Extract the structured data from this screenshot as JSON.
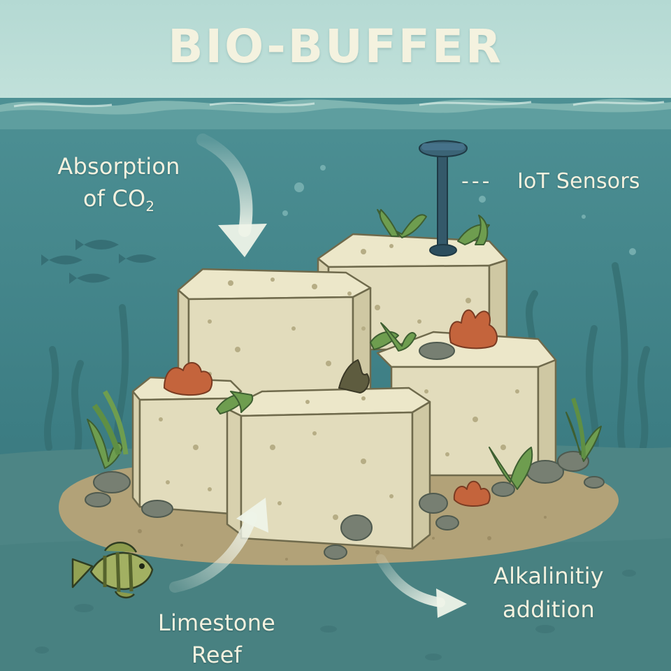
{
  "title": "BIO-BUFFER",
  "labels": {
    "co2_line1": "Absorption",
    "co2_line2_prefix": "of CO",
    "co2_line2_sub": "2",
    "sensors": "IoT Sensors",
    "sensors_leader": "---",
    "reef_line1": "Limestone",
    "reef_line2": "Reef",
    "alk_line1": "Alkalinitiy",
    "alk_line2": "addition"
  },
  "colors": {
    "sky": "#b9dcd6",
    "water_top": "#4a8c90",
    "water_deep": "#2f6c72",
    "seabed": "#4f8686",
    "sand": "#b3a27a",
    "limestone": "#e4dfbf",
    "coral": "#c4643c",
    "seaweed": "#6c9c4e",
    "sensor": "#34596a",
    "text": "#f3f1df"
  },
  "icons": [
    "wave-surface",
    "arrow-down-icon",
    "arrow-up-icon",
    "arrow-right-icon",
    "fish-icon",
    "sensor-post-icon",
    "coral-icon",
    "seaweed-icon",
    "rock-icon"
  ]
}
